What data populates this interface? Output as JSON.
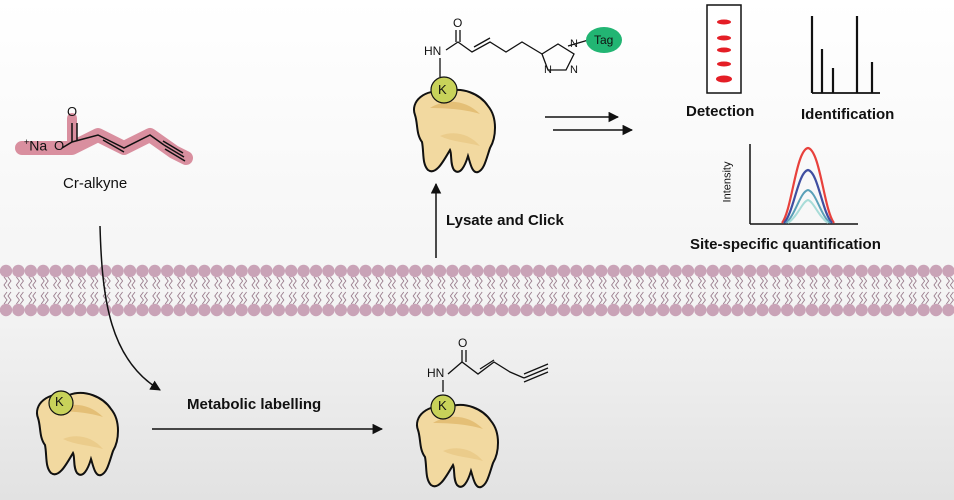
{
  "reagent": {
    "name": "Cr-alkyne",
    "counter_ion": "Na",
    "charge_sign": "+",
    "ester_oxygen": "O",
    "carbonyl_oxygen": "O",
    "highlight_color": "#d98f9f"
  },
  "steps": {
    "metabolic": "Metabolic labelling",
    "click": "Lysate and Click"
  },
  "protein": {
    "residue": "K",
    "body_color": "#f2d9a0",
    "residue_color": "#c8d25a"
  },
  "modification": {
    "amide_nh": "HN",
    "carbonyl_o": "O"
  },
  "click_product": {
    "amide_nh": "HN",
    "carbonyl_o": "O",
    "triazole_n1": "N",
    "triazole_n2": "N",
    "triazole_n3": "N",
    "tag": "Tag",
    "tag_color": "#22b573"
  },
  "readouts": {
    "detection": "Detection",
    "identification": "Identification",
    "quantification": "Site-specific quantification",
    "intensity_axis": "Intensity",
    "band_color": "#e41e26",
    "peak_colors": [
      "#e8413c",
      "#3f4ea0",
      "#5aa0b8",
      "#a8dcd8"
    ]
  },
  "membrane": {
    "head_color": "#c9a3b7"
  }
}
